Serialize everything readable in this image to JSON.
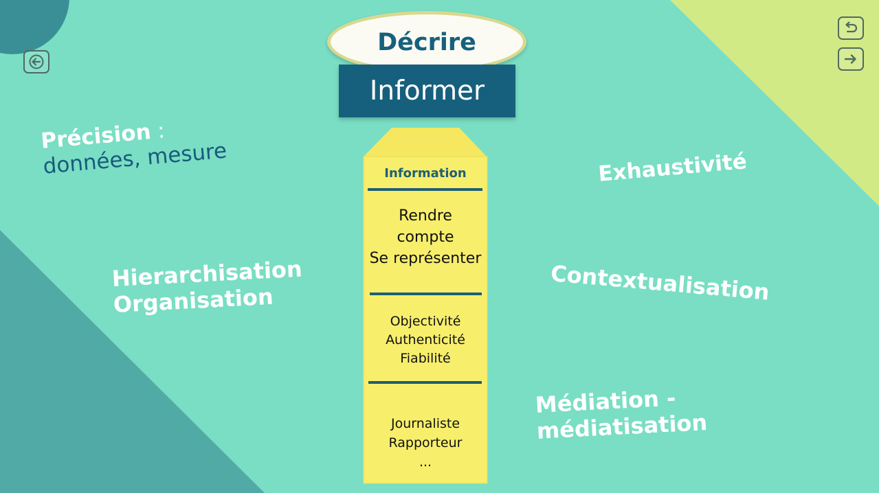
{
  "title": "Décrire",
  "banner": "Informer",
  "column": {
    "header": "Information",
    "section1": [
      "Rendre",
      "compte",
      "Se représenter"
    ],
    "section2": [
      "Objectivité",
      "Authenticité",
      "Fiabilité"
    ],
    "section3": [
      "Journaliste",
      "Rapporteur",
      "..."
    ]
  },
  "left": {
    "precision_label": "Précision",
    "precision_colon": " :",
    "precision_detail": "données, mesure",
    "hierarchisation": "Hierarchisation",
    "organisation": "Organisation"
  },
  "right": {
    "exhaustivite": "Exhaustivité",
    "contextualisation": "Contextualisation",
    "mediation_1": "Médiation -",
    "mediation_2": "médiatisation"
  },
  "colors": {
    "background": "#79dec4",
    "dark_teal": "#52aaa7",
    "lime": "#d2ea86",
    "navy": "#17607d",
    "pencil": "#f7ee6c"
  }
}
